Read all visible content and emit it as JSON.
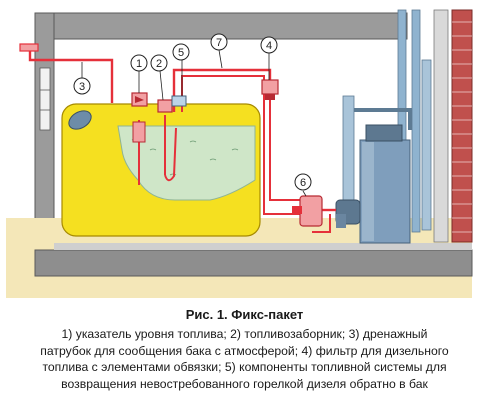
{
  "callouts": [
    "1",
    "2",
    "3",
    "4",
    "5",
    "6",
    "7"
  ],
  "caption": {
    "title": "Рис. 1. Фикс-пакет",
    "body_lines": [
      "1) указатель уровня топлива; 2) топливозаборник; 3) дренажный",
      "патрубок для сообщения бака с атмосферой; 4) фильтр для дизельного",
      "топлива с элементами обвязки; 5) компоненты топливной системы для",
      "возвращения невостребованного горелкой дизеля обратно в бак"
    ]
  },
  "colors": {
    "tank_fill": "#f5e020",
    "fuel": "#cfe6c8",
    "pipe_red": "#e5303a",
    "wall_gray": "#9b9b9b",
    "floor_gray": "#8e8e8e",
    "ground": "#f4e7b8",
    "boiler_blue": "#7f9ebc",
    "brick": "#c0504d"
  }
}
